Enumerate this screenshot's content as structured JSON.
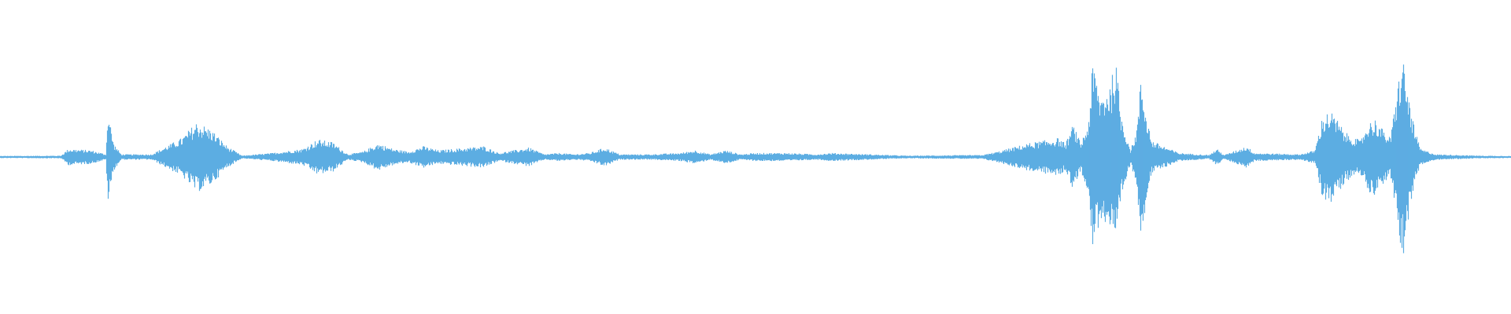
{
  "waveform": {
    "color": "#5DADE2",
    "background": "#FFFFFF",
    "envelope": [
      [
        0,
        0.008
      ],
      [
        0.04,
        0.01
      ],
      [
        0.045,
        0.06
      ],
      [
        0.06,
        0.05
      ],
      [
        0.07,
        0.02
      ],
      [
        0.071,
        0.36
      ],
      [
        0.075,
        0.1
      ],
      [
        0.08,
        0.02
      ],
      [
        0.1,
        0.02
      ],
      [
        0.12,
        0.14
      ],
      [
        0.13,
        0.26
      ],
      [
        0.14,
        0.2
      ],
      [
        0.15,
        0.08
      ],
      [
        0.16,
        0.01
      ],
      [
        0.18,
        0.03
      ],
      [
        0.2,
        0.06
      ],
      [
        0.21,
        0.13
      ],
      [
        0.22,
        0.11
      ],
      [
        0.23,
        0.02
      ],
      [
        0.24,
        0.04
      ],
      [
        0.25,
        0.1
      ],
      [
        0.26,
        0.06
      ],
      [
        0.27,
        0.04
      ],
      [
        0.28,
        0.08
      ],
      [
        0.29,
        0.05
      ],
      [
        0.3,
        0.06
      ],
      [
        0.32,
        0.08
      ],
      [
        0.33,
        0.03
      ],
      [
        0.34,
        0.05
      ],
      [
        0.35,
        0.07
      ],
      [
        0.36,
        0.02
      ],
      [
        0.37,
        0.03
      ],
      [
        0.38,
        0.02
      ],
      [
        0.39,
        0.03
      ],
      [
        0.4,
        0.07
      ],
      [
        0.41,
        0.02
      ],
      [
        0.43,
        0.02
      ],
      [
        0.45,
        0.03
      ],
      [
        0.46,
        0.05
      ],
      [
        0.47,
        0.02
      ],
      [
        0.48,
        0.05
      ],
      [
        0.49,
        0.02
      ],
      [
        0.5,
        0.03
      ],
      [
        0.52,
        0.03
      ],
      [
        0.54,
        0.02
      ],
      [
        0.55,
        0.03
      ],
      [
        0.6,
        0.01
      ],
      [
        0.65,
        0.015
      ],
      [
        0.66,
        0.04
      ],
      [
        0.67,
        0.07
      ],
      [
        0.68,
        0.1
      ],
      [
        0.69,
        0.12
      ],
      [
        0.7,
        0.14
      ],
      [
        0.705,
        0.1
      ],
      [
        0.71,
        0.24
      ],
      [
        0.715,
        0.1
      ],
      [
        0.72,
        0.25
      ],
      [
        0.723,
        0.7
      ],
      [
        0.728,
        0.45
      ],
      [
        0.735,
        0.55
      ],
      [
        0.738,
        0.72
      ],
      [
        0.742,
        0.3
      ],
      [
        0.748,
        0.05
      ],
      [
        0.752,
        0.2
      ],
      [
        0.755,
        0.6
      ],
      [
        0.758,
        0.35
      ],
      [
        0.762,
        0.12
      ],
      [
        0.77,
        0.08
      ],
      [
        0.78,
        0.03
      ],
      [
        0.8,
        0.015
      ],
      [
        0.805,
        0.06
      ],
      [
        0.81,
        0.015
      ],
      [
        0.825,
        0.08
      ],
      [
        0.83,
        0.03
      ],
      [
        0.86,
        0.02
      ],
      [
        0.87,
        0.05
      ],
      [
        0.875,
        0.3
      ],
      [
        0.88,
        0.34
      ],
      [
        0.885,
        0.27
      ],
      [
        0.89,
        0.18
      ],
      [
        0.9,
        0.12
      ],
      [
        0.905,
        0.25
      ],
      [
        0.91,
        0.28
      ],
      [
        0.915,
        0.2
      ],
      [
        0.92,
        0.14
      ],
      [
        0.925,
        0.55
      ],
      [
        0.928,
        0.75
      ],
      [
        0.932,
        0.45
      ],
      [
        0.936,
        0.2
      ],
      [
        0.94,
        0.06
      ],
      [
        0.95,
        0.02
      ],
      [
        0.98,
        0.01
      ],
      [
        1,
        0.008
      ]
    ]
  }
}
